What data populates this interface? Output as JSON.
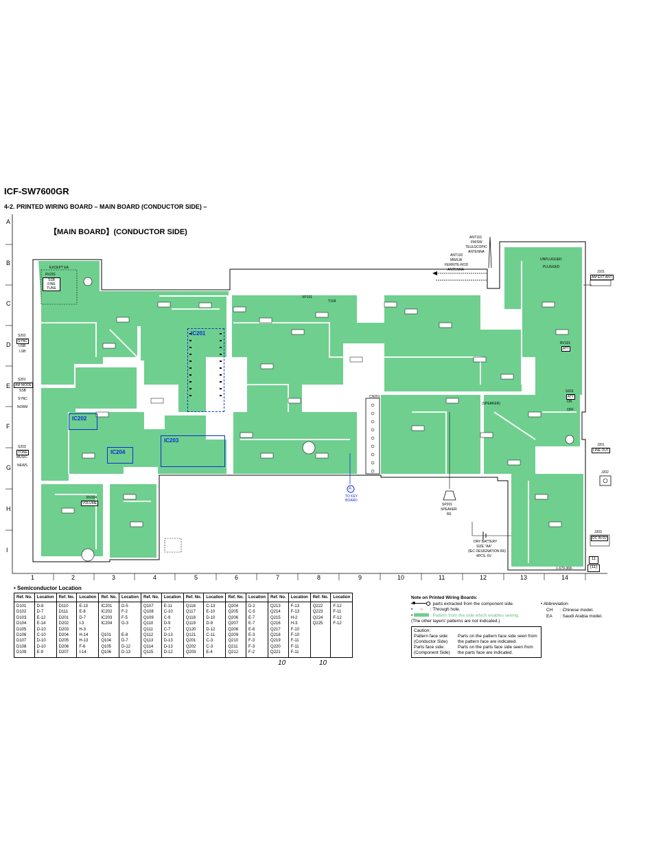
{
  "model": "ICF-SW7600GR",
  "section_title": "4-2. PRINTED WIRING BOARD – MAIN BOARD (CONDUCTOR SIDE) –",
  "board_title": "【MAIN BOARD】(CONDUCTOR SIDE)",
  "row_labels": [
    "A",
    "B",
    "C",
    "D",
    "E",
    "F",
    "G",
    "H",
    "I"
  ],
  "column_labels": [
    "1",
    "2",
    "3",
    "4",
    "5",
    "6",
    "7",
    "8",
    "9",
    "10",
    "11",
    "12",
    "13",
    "14"
  ],
  "board_colors": {
    "copper": "#6fcf8f",
    "board_edge": "#000000",
    "ic_outline": "#0a2fd0"
  },
  "ic_labels": {
    "ic201": "IC201",
    "ic202": "IC202",
    "ic203": "IC203",
    "ic204": "IC204"
  },
  "labels": {
    "except_ea": "EXCEPT EA",
    "rv201": "RV201",
    "ssb_fine_tune": "SSB FINE TUNE",
    "s202": "S202",
    "sync": "SYNC",
    "usb": "USB",
    "lsb": "LSB",
    "s201": "S201",
    "am_mode": "AM MODE",
    "ssb": "SSB",
    "norm": "NORM",
    "s203": "S203",
    "tone": "TONE",
    "music": "MUSIC",
    "news": "NEWS",
    "rv204": "RV204",
    "volume": "VOLUME",
    "xp101": "XP101",
    "t104": "T104",
    "cn201": "CN201",
    "ant101": "ANT101",
    "fm_sw": "FM/SW",
    "telescopic": "TELESCOPIC",
    "antenna": "ANTENNA",
    "ant102": "ANT102",
    "mw_lw": "MW/LW",
    "ferrite_rod": "FERRITE-ROD",
    "unplugged": "UNPLUGGED",
    "plugged": "PLUGGED",
    "j101": "J101",
    "am_ext_ant": "AM EXT ANT",
    "rv101": "RV101",
    "att": "ATT",
    "s101": "S101",
    "on": "ON",
    "off": "OFF",
    "speaker_tag": "(SPEAKER)",
    "j201": "J201",
    "line_out": "LINE OUT",
    "j202": "J202",
    "j203": "J203",
    "dc_in": "DC IN 6V",
    "to_key_board": "TO KEY BOARD",
    "a_marker": "A",
    "sp201": "SP201",
    "speaker": "SPEAKER",
    "ohm": "8Ω",
    "dry_battery": "DRY BATTERY",
    "size_aa": "SIZE \"AA\"",
    "iec": "(IEC DESIGNATION R6)",
    "pcs": "4PCS. 6V",
    "part_no": "1-679-368-",
    "rev_a": "11",
    "rev_b": "(11)"
  },
  "semiconductor_location": {
    "title": "• Semiconductor Location",
    "header_ref": "Ref. No.",
    "header_loc": "Location",
    "groups": [
      {
        "refs": [
          "D101",
          "D102",
          "D103",
          "D104",
          "D105",
          "D106",
          "D107",
          "D108",
          "D109"
        ],
        "locs": [
          "D-8",
          "D-7",
          "E-12",
          "E-14",
          "D-10",
          "C-10",
          "D-10",
          "D-10",
          "E-9"
        ]
      },
      {
        "refs": [
          "D110",
          "D111",
          "D201",
          "D202",
          "D203",
          "D204",
          "D205",
          "D206",
          "D207"
        ],
        "locs": [
          "E-13",
          "E-8",
          "D-7",
          "I-3",
          "H-3",
          "H-14",
          "H-13",
          "F-6",
          "I-14"
        ]
      },
      {
        "refs": [
          "IC201",
          "IC202",
          "IC203",
          "IC204",
          "",
          "Q101",
          "Q104",
          "Q105",
          "Q106"
        ],
        "locs": [
          "D-5",
          "F-2",
          "F-5",
          "G-3",
          "",
          "E-8",
          "D-7",
          "D-12",
          "D-13"
        ]
      },
      {
        "refs": [
          "Q107",
          "Q108",
          "Q109",
          "Q110",
          "Q111",
          "Q112",
          "Q113",
          "Q114",
          "Q115"
        ],
        "locs": [
          "E-11",
          "C-10",
          "C-9",
          "D-9",
          "C-7",
          "D-13",
          "D-13",
          "D-13",
          "D-12"
        ]
      },
      {
        "refs": [
          "Q116",
          "Q117",
          "Q118",
          "Q119",
          "Q120",
          "Q121",
          "Q201",
          "Q202",
          "Q203"
        ],
        "locs": [
          "C-13",
          "E-10",
          "D-10",
          "D-9",
          "D-12",
          "C-11",
          "C-3",
          "C-3",
          "E-4"
        ]
      },
      {
        "refs": [
          "Q204",
          "Q205",
          "Q206",
          "Q207",
          "Q208",
          "Q209",
          "Q210",
          "Q211",
          "Q212"
        ],
        "locs": [
          "D-2",
          "C-5",
          "E-7",
          "E-7",
          "E-6",
          "E-3",
          "F-3",
          "F-3",
          "F-2"
        ]
      },
      {
        "refs": [
          "Q213",
          "Q214",
          "Q215",
          "Q216",
          "Q217",
          "Q218",
          "Q219",
          "Q220",
          "Q221"
        ],
        "locs": [
          "F-13",
          "F-13",
          "H-2",
          "H-3",
          "F-10",
          "F-10",
          "F-11",
          "F-11",
          "F-11"
        ]
      },
      {
        "refs": [
          "Q222",
          "Q223",
          "Q224",
          "Q225",
          "",
          "",
          "",
          "",
          ""
        ],
        "locs": [
          "F-12",
          "F-11",
          "F-12",
          "F-12",
          "",
          "",
          "",
          "",
          ""
        ]
      }
    ]
  },
  "page_numbers": [
    "10",
    "10"
  ],
  "notes": {
    "title": "Note on Printed Wiring Boards:",
    "line1": ": parts extracted from the component side.",
    "line2": ": Through hole.",
    "line3": ": Pattern from the side which enables seeing.",
    "line4": "(The other layers' patterns are not indicated.)"
  },
  "caution": {
    "title": "Caution:",
    "pattern_side": "Pattern face side:",
    "pattern_side_sub": "(Conductor Side)",
    "pattern_desc": "Parts on the pattern face side seen from the pattern face are indicated.",
    "parts_side": "Parts face side:",
    "parts_side_sub": "(Component Side)",
    "parts_desc": "Parts on the parts face side seen from the parts face are indicated."
  },
  "abbreviation": {
    "title": "• Abbreviation",
    "ch": "CH",
    "ch_desc": ": Chinese model.",
    "ea": "EA",
    "ea_desc": ": Saudi Arabia model."
  }
}
